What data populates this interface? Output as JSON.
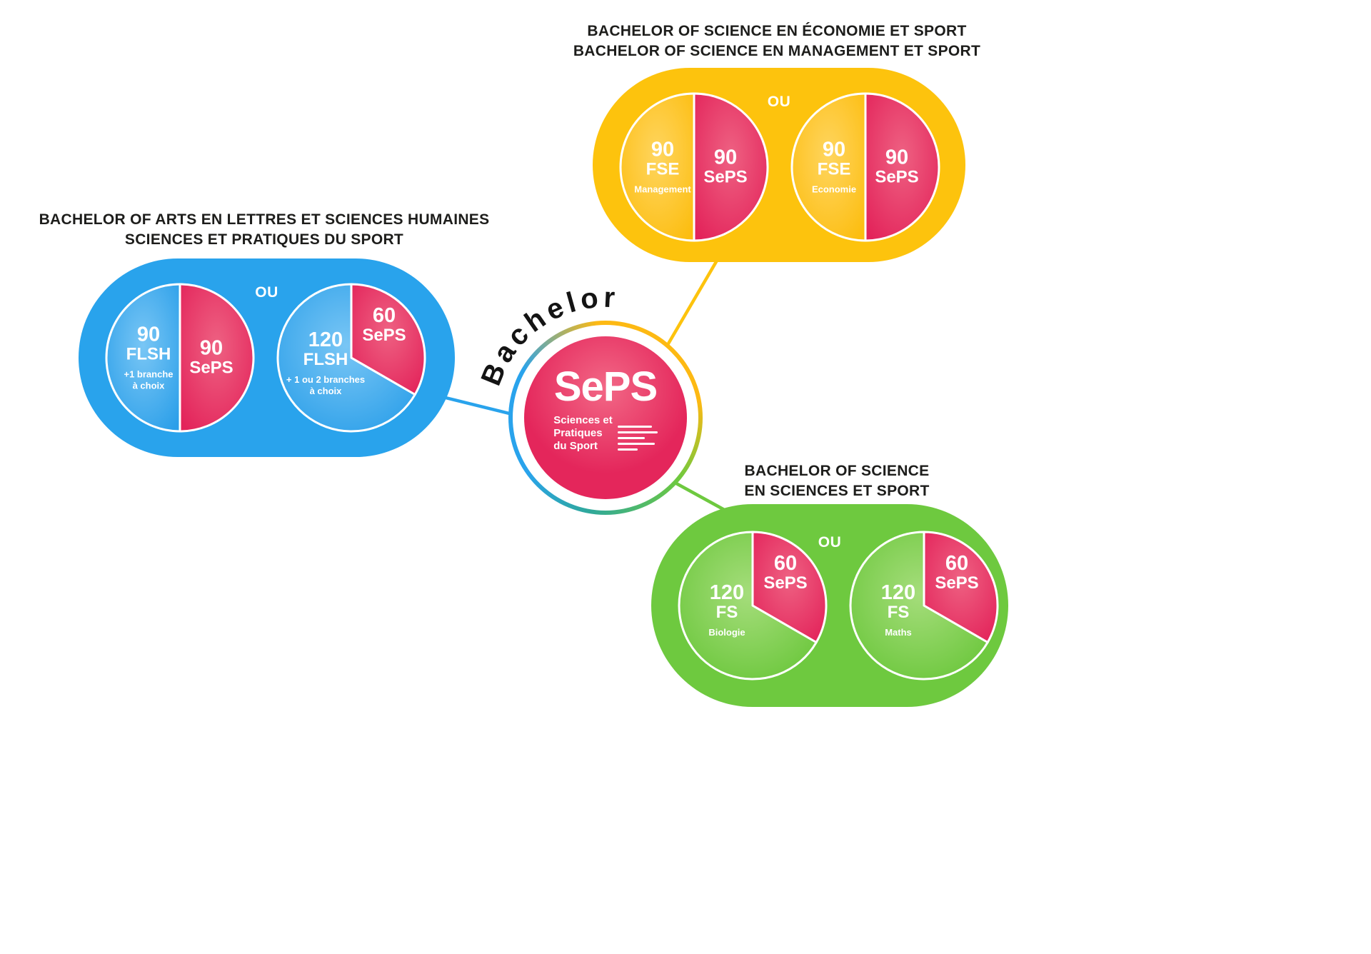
{
  "center": {
    "arc_label": "Bachelor",
    "logo": {
      "title": "SePS",
      "subtitle_lines": [
        "Sciences et",
        "Pratiques",
        "du Sport"
      ]
    }
  },
  "colors": {
    "blue": "#29A3EC",
    "yellow": "#FDC30D",
    "green": "#6EC93F",
    "pink": "#E4265B"
  },
  "groups": {
    "arts": {
      "title_lines": [
        "BACHELOR OF ARTS EN LETTRES ET SCIENCES HUMAINES",
        "SCIENCES ET PRATIQUES DU SPORT"
      ],
      "or_label": "OU",
      "pies": [
        {
          "main_value": "90",
          "main_label": "FLSH",
          "note_lines": [
            "+1 branche",
            "à choix"
          ],
          "seps_value": "90",
          "seps_label": "SePS"
        },
        {
          "main_value": "120",
          "main_label": "FLSH",
          "note_lines": [
            "+ 1 ou 2 branches",
            "à choix"
          ],
          "seps_value": "60",
          "seps_label": "SePS"
        }
      ]
    },
    "eco": {
      "title_lines": [
        "BACHELOR OF SCIENCE EN ÉCONOMIE ET SPORT",
        "BACHELOR OF SCIENCE EN MANAGEMENT ET SPORT"
      ],
      "or_label": "OU",
      "pies": [
        {
          "main_value": "90",
          "main_label": "FSE",
          "note_lines": [
            "Management"
          ],
          "seps_value": "90",
          "seps_label": "SePS"
        },
        {
          "main_value": "90",
          "main_label": "FSE",
          "note_lines": [
            "Economie"
          ],
          "seps_value": "90",
          "seps_label": "SePS"
        }
      ]
    },
    "science": {
      "title_lines": [
        "BACHELOR OF SCIENCE",
        "EN SCIENCES ET SPORT"
      ],
      "or_label": "OU",
      "pies": [
        {
          "main_value": "120",
          "main_label": "FS",
          "note_lines": [
            "Biologie"
          ],
          "seps_value": "60",
          "seps_label": "SePS"
        },
        {
          "main_value": "120",
          "main_label": "FS",
          "note_lines": [
            "Maths"
          ],
          "seps_value": "60",
          "seps_label": "SePS"
        }
      ]
    }
  }
}
